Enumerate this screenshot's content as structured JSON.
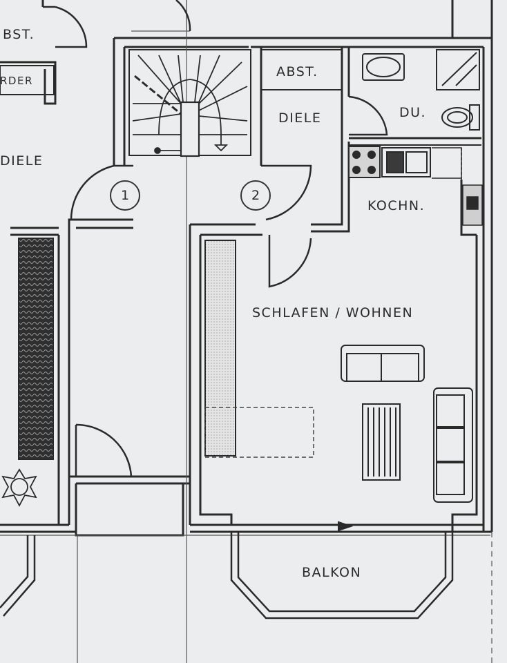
{
  "rooms": {
    "abst_left": "BST.",
    "flur_left": "RDER",
    "diele_left": "DIELE",
    "abst": "ABST.",
    "diele": "DIELE",
    "du": "DU.",
    "kochn": "KOCHN.",
    "schlafen_wohnen": "SCHLAFEN / WOHNEN",
    "balkon": "BALKON"
  },
  "doors": {
    "one": "1",
    "two": "2"
  },
  "colors": {
    "paper": "#ecedef",
    "line": "#2a2a2a",
    "fill_dark": "#2f2f2f"
  },
  "icons": [
    "staircase-icon",
    "sink-icon",
    "shower-icon",
    "toilet-icon",
    "stove-icon",
    "radiator-icon",
    "sofa-icon",
    "armchair-icon",
    "plant-icon"
  ]
}
